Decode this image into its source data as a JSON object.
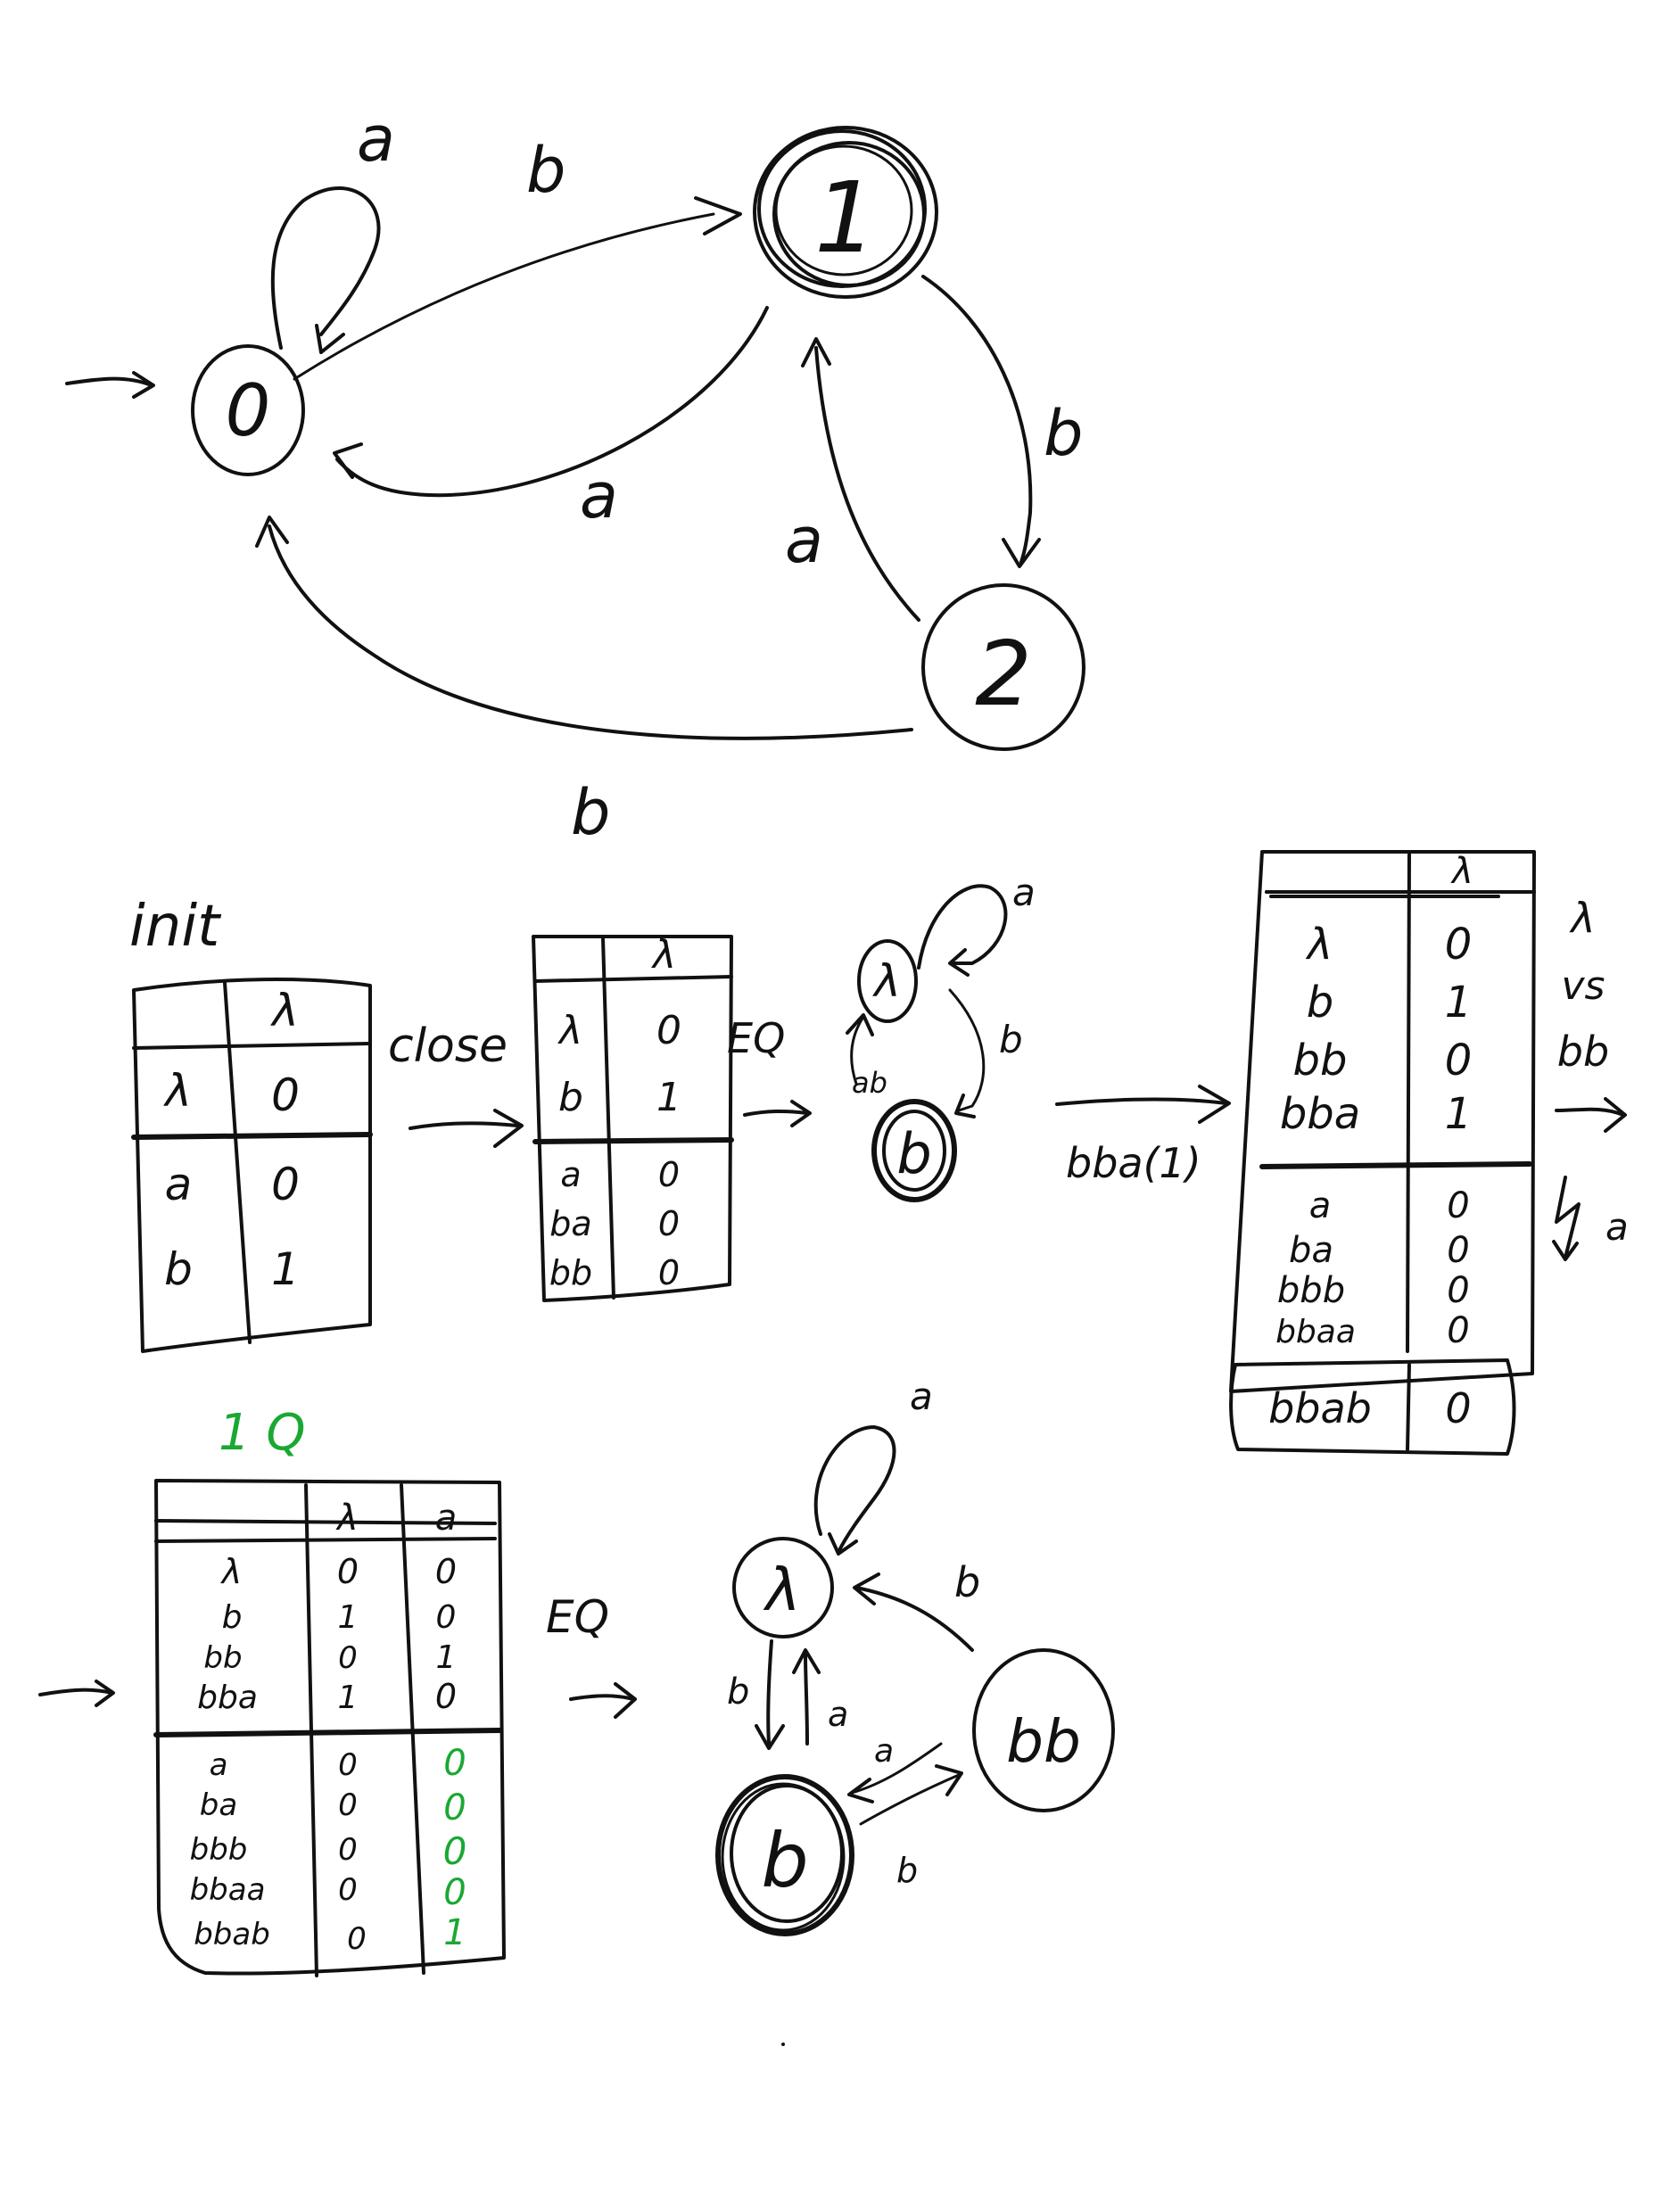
{
  "automaton": {
    "states": [
      {
        "id": "0",
        "label": "0",
        "initial": true,
        "accepting": false
      },
      {
        "id": "1",
        "label": "1",
        "initial": false,
        "accepting": true
      },
      {
        "id": "2",
        "label": "2",
        "initial": false,
        "accepting": false
      }
    ],
    "transitions": [
      {
        "from": "0",
        "to": "0",
        "label": "a"
      },
      {
        "from": "0",
        "to": "1",
        "label": "b"
      },
      {
        "from": "1",
        "to": "0",
        "label": "a"
      },
      {
        "from": "1",
        "to": "2",
        "label": "b"
      },
      {
        "from": "2",
        "to": "1",
        "label": "a"
      },
      {
        "from": "2",
        "to": "0",
        "label": "b"
      }
    ]
  },
  "step_init": {
    "caption": "init",
    "header": "λ",
    "rows_s": [
      {
        "row": "λ",
        "v": "0"
      }
    ],
    "rows_sa": [
      {
        "row": "a",
        "v": "0"
      },
      {
        "row": "b",
        "v": "1"
      }
    ]
  },
  "arrow_close": "close",
  "step_close": {
    "header": "λ",
    "rows_s": [
      {
        "row": "λ",
        "v": "0"
      },
      {
        "row": "b",
        "v": "1"
      }
    ],
    "rows_sa": [
      {
        "row": "a",
        "v": "0"
      },
      {
        "row": "ba",
        "v": "0"
      },
      {
        "row": "bb",
        "v": "0"
      }
    ]
  },
  "arrow_eq1": "EQ",
  "hyp1": {
    "state_initial": "λ",
    "state_final": "b",
    "loop_label": "a",
    "edge_b_label": "b",
    "edge_ab_label": "ab"
  },
  "counterexample": "bba(1)",
  "step_extended": {
    "header": "λ",
    "rows_s": [
      {
        "row": "λ",
        "v": "0"
      },
      {
        "row": "b",
        "v": "1"
      },
      {
        "row": "bb",
        "v": "0"
      },
      {
        "row": "bba",
        "v": "1"
      }
    ],
    "rows_sa": [
      {
        "row": "a",
        "v": "0"
      },
      {
        "row": "ba",
        "v": "0"
      },
      {
        "row": "bbb",
        "v": "0"
      },
      {
        "row": "bbaa",
        "v": "0"
      }
    ],
    "extra_row": {
      "row": "bbab",
      "v": "0"
    },
    "note_top": "λ",
    "note_vs": "vs",
    "note_bb": "bb",
    "note_a": "a"
  },
  "green_note": "1 Q",
  "step_final": {
    "col1": "λ",
    "col2": "a",
    "rows_s": [
      {
        "row": "λ",
        "v1": "0",
        "v2": "0"
      },
      {
        "row": "b",
        "v1": "1",
        "v2": "0"
      },
      {
        "row": "bb",
        "v1": "0",
        "v2": "1"
      },
      {
        "row": "bba",
        "v1": "1",
        "v2": "0"
      }
    ],
    "rows_sa": [
      {
        "row": "a",
        "v1": "0",
        "v2": "0"
      },
      {
        "row": "ba",
        "v1": "0",
        "v2": "0"
      },
      {
        "row": "bbb",
        "v1": "0",
        "v2": "0"
      },
      {
        "row": "bbaa",
        "v1": "0",
        "v2": "0"
      },
      {
        "row": "bbab",
        "v1": "0",
        "v2": "1"
      }
    ]
  },
  "arrow_eq2": "EQ",
  "hyp2": {
    "state_initial": "λ",
    "state_final": "b",
    "state_bb": "bb",
    "loop_label": "a",
    "bb_to_init_label": "b",
    "init_to_b_label": "b",
    "b_to_init_label": "a",
    "bb_to_b_label": "a",
    "b_to_bb_label": "b"
  },
  "colors": {
    "ink": "#111111",
    "green": "#1aa832"
  }
}
